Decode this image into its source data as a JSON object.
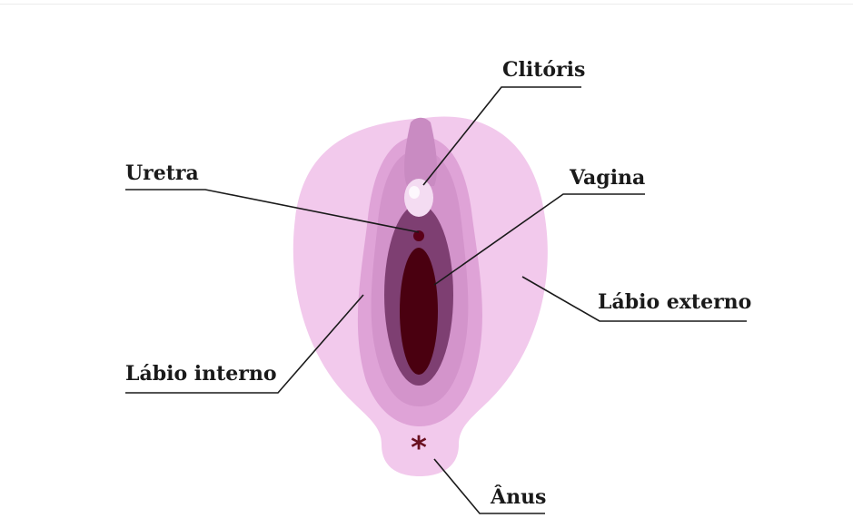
{
  "labels": {
    "clitoris": "Clitóris",
    "uretra": "Uretra",
    "vagina": "Vagina",
    "labio_externo": "Lábio externo",
    "labio_interno": "Lábio interno",
    "anus": "Ânus"
  },
  "colors": {
    "outer_labia": "#f2c9ec",
    "inner_labia": "#dfa3d7",
    "inner_shade": "#c98bc2",
    "vestibule": "#7e3f72",
    "vaginal_opening": "#4a0010",
    "clitoris": "#f4dcf2",
    "urethra": "#5a0018",
    "anus_mark": "#6a1020",
    "line": "#1a1a1a"
  }
}
